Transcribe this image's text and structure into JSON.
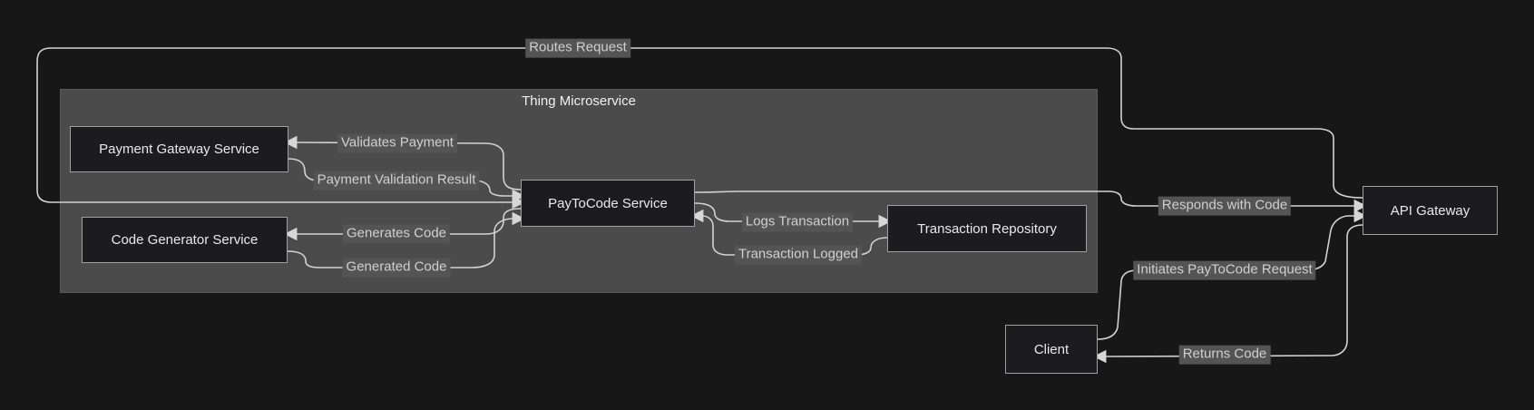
{
  "diagram": {
    "type": "flowchart",
    "subgraph": {
      "title": "Thing Microservice"
    },
    "nodes": {
      "payment_gateway": {
        "label": "Payment Gateway Service"
      },
      "code_generator": {
        "label": "Code Generator Service"
      },
      "paytocode": {
        "label": "PayToCode Service"
      },
      "transaction_repo": {
        "label": "Transaction Repository"
      },
      "api_gateway": {
        "label": "API Gateway"
      },
      "client": {
        "label": "Client"
      }
    },
    "edge_labels": {
      "routes_request": "Routes Request",
      "validates_payment": "Validates Payment",
      "payment_validation_result": "Payment Validation Result",
      "generates_code": "Generates Code",
      "generated_code": "Generated Code",
      "logs_transaction": "Logs Transaction",
      "transaction_logged": "Transaction Logged",
      "responds_with_code": "Responds with Code",
      "initiates_paytocode_request": "Initiates PayToCode Request",
      "returns_code": "Returns Code"
    },
    "edges": [
      {
        "from": "API Gateway",
        "to": "PayToCode Service",
        "label": "Routes Request"
      },
      {
        "from": "PayToCode Service",
        "to": "Payment Gateway Service",
        "label": "Validates Payment"
      },
      {
        "from": "Payment Gateway Service",
        "to": "PayToCode Service",
        "label": "Payment Validation Result"
      },
      {
        "from": "PayToCode Service",
        "to": "Code Generator Service",
        "label": "Generates Code"
      },
      {
        "from": "Code Generator Service",
        "to": "PayToCode Service",
        "label": "Generated Code"
      },
      {
        "from": "PayToCode Service",
        "to": "Transaction Repository",
        "label": "Logs Transaction"
      },
      {
        "from": "Transaction Repository",
        "to": "PayToCode Service",
        "label": "Transaction Logged"
      },
      {
        "from": "PayToCode Service",
        "to": "API Gateway",
        "label": "Responds with Code"
      },
      {
        "from": "Client",
        "to": "API Gateway",
        "label": "Initiates PayToCode Request"
      },
      {
        "from": "API Gateway",
        "to": "Client",
        "label": "Returns Code"
      }
    ],
    "colors": {
      "background": "#171717",
      "subgraph_fill": "#4b4b4b",
      "node_fill": "#1c1c1e",
      "node_border": "#9fa0a0",
      "node_text": "#e9e9e9",
      "edge_line": "#d2d2d2",
      "label_bg": "#545454",
      "label_text": "#d0d0d0"
    }
  }
}
